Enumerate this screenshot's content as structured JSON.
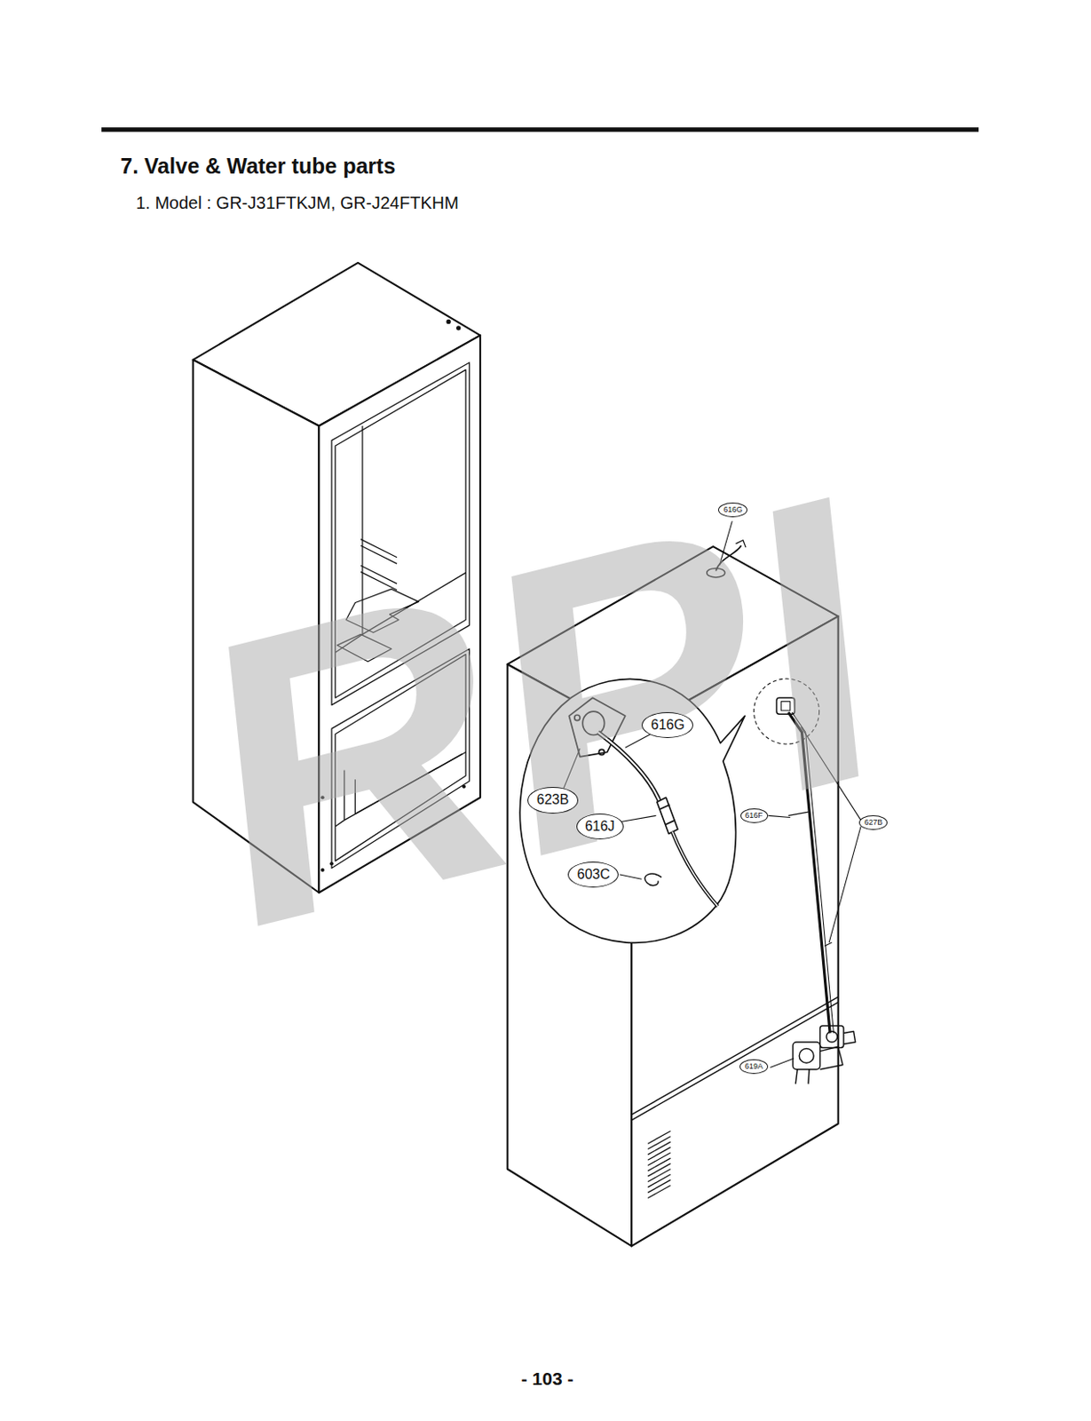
{
  "diagram": {
    "title": "7. Valve & Water tube parts",
    "nodes": [
      {
        "text": [
          "616G"
        ]
      },
      {
        "text": [
          "616G"
        ]
      },
      {
        "text": [
          "623B"
        ]
      },
      {
        "text": [
          "616F"
        ]
      },
      {
        "text": [
          "627B"
        ]
      },
      {
        "text": [
          "616J"
        ]
      },
      {
        "text": [
          "603C"
        ]
      },
      {
        "text": [
          "619A"
        ]
      }
    ],
    "labels": [
      "1. Model : GR-J31FTKJM, GR-J24FTKHM",
      "RPI",
      "- 103 -"
    ]
  }
}
